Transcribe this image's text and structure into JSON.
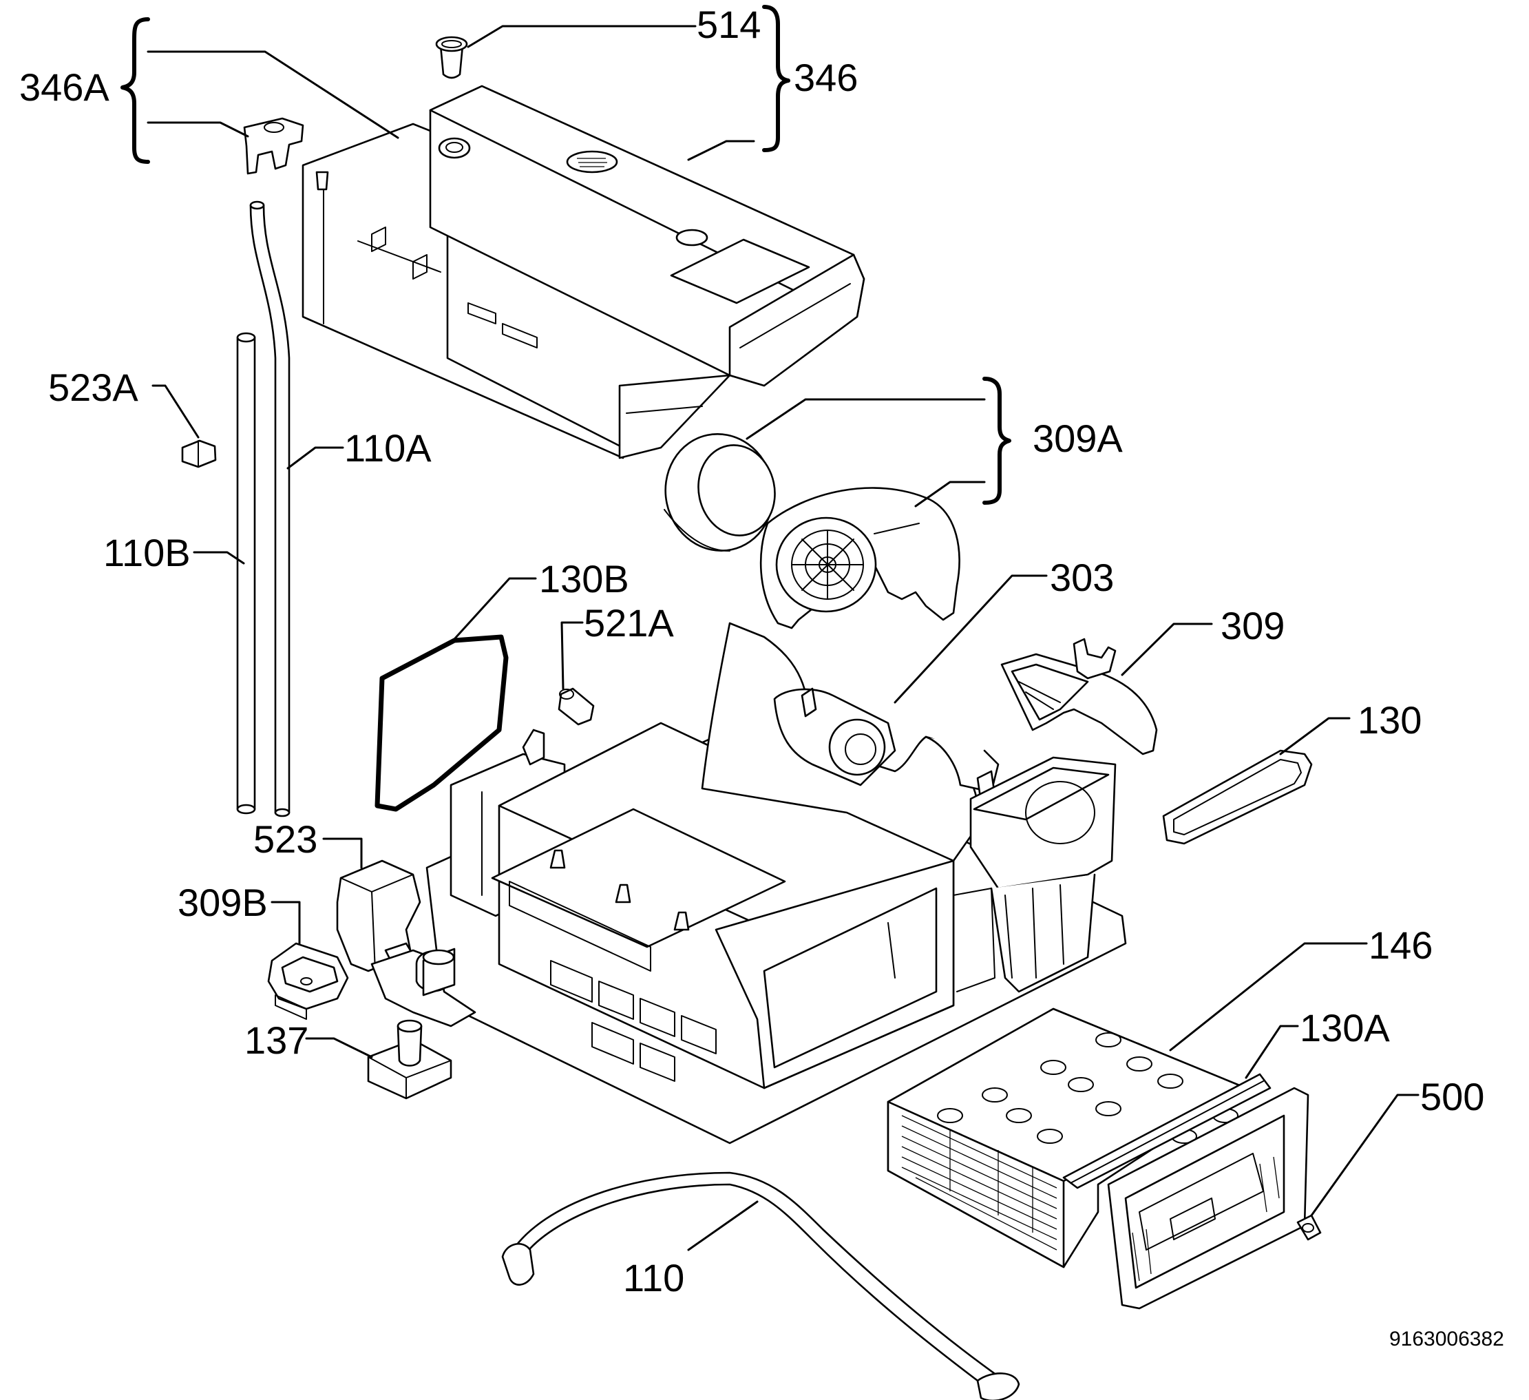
{
  "labels": {
    "p514": "514",
    "p346": "346",
    "p346A": "346A",
    "p523A": "523A",
    "p110A": "110A",
    "p309A": "309A",
    "p110B": "110B",
    "p130B": "130B",
    "p521A": "521A",
    "p303": "303",
    "p309": "309",
    "p130": "130",
    "p523": "523",
    "p309B": "309B",
    "p146": "146",
    "p137": "137",
    "p130A": "130A",
    "p500": "500",
    "p110": "110"
  },
  "document_number": "9163006382"
}
